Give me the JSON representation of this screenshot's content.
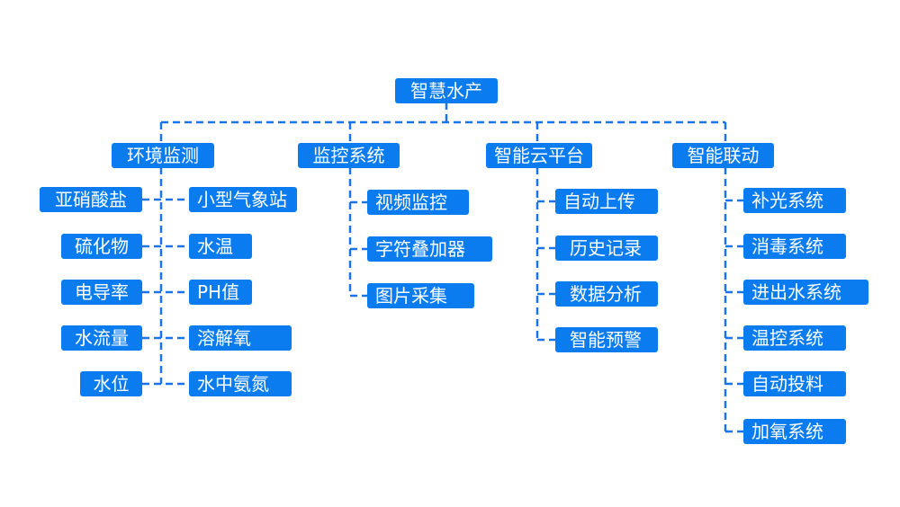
{
  "root": "智慧水产",
  "branches": [
    {
      "title": "环境监测",
      "left_items": [
        "亚硝酸盐",
        "硫化物",
        "电导率",
        "水流量",
        "水位"
      ],
      "right_items": [
        "小型气象站",
        "水温",
        "PH值",
        "溶解氧",
        "水中氨氮"
      ]
    },
    {
      "title": "监控系统",
      "items": [
        "视频监控",
        "字符叠加器",
        "图片采集"
      ]
    },
    {
      "title": "智能云平台",
      "items": [
        "自动上传",
        "历史记录",
        "数据分析",
        "智能预警"
      ]
    },
    {
      "title": "智能联动",
      "items": [
        "补光系统",
        "消毒系统",
        "进出水系统",
        "温控系统",
        "自动投料",
        "加氧系统"
      ]
    }
  ],
  "colors": {
    "node": "#0a7cf0",
    "line": "#1a73e8",
    "text": "#ffffff"
  }
}
